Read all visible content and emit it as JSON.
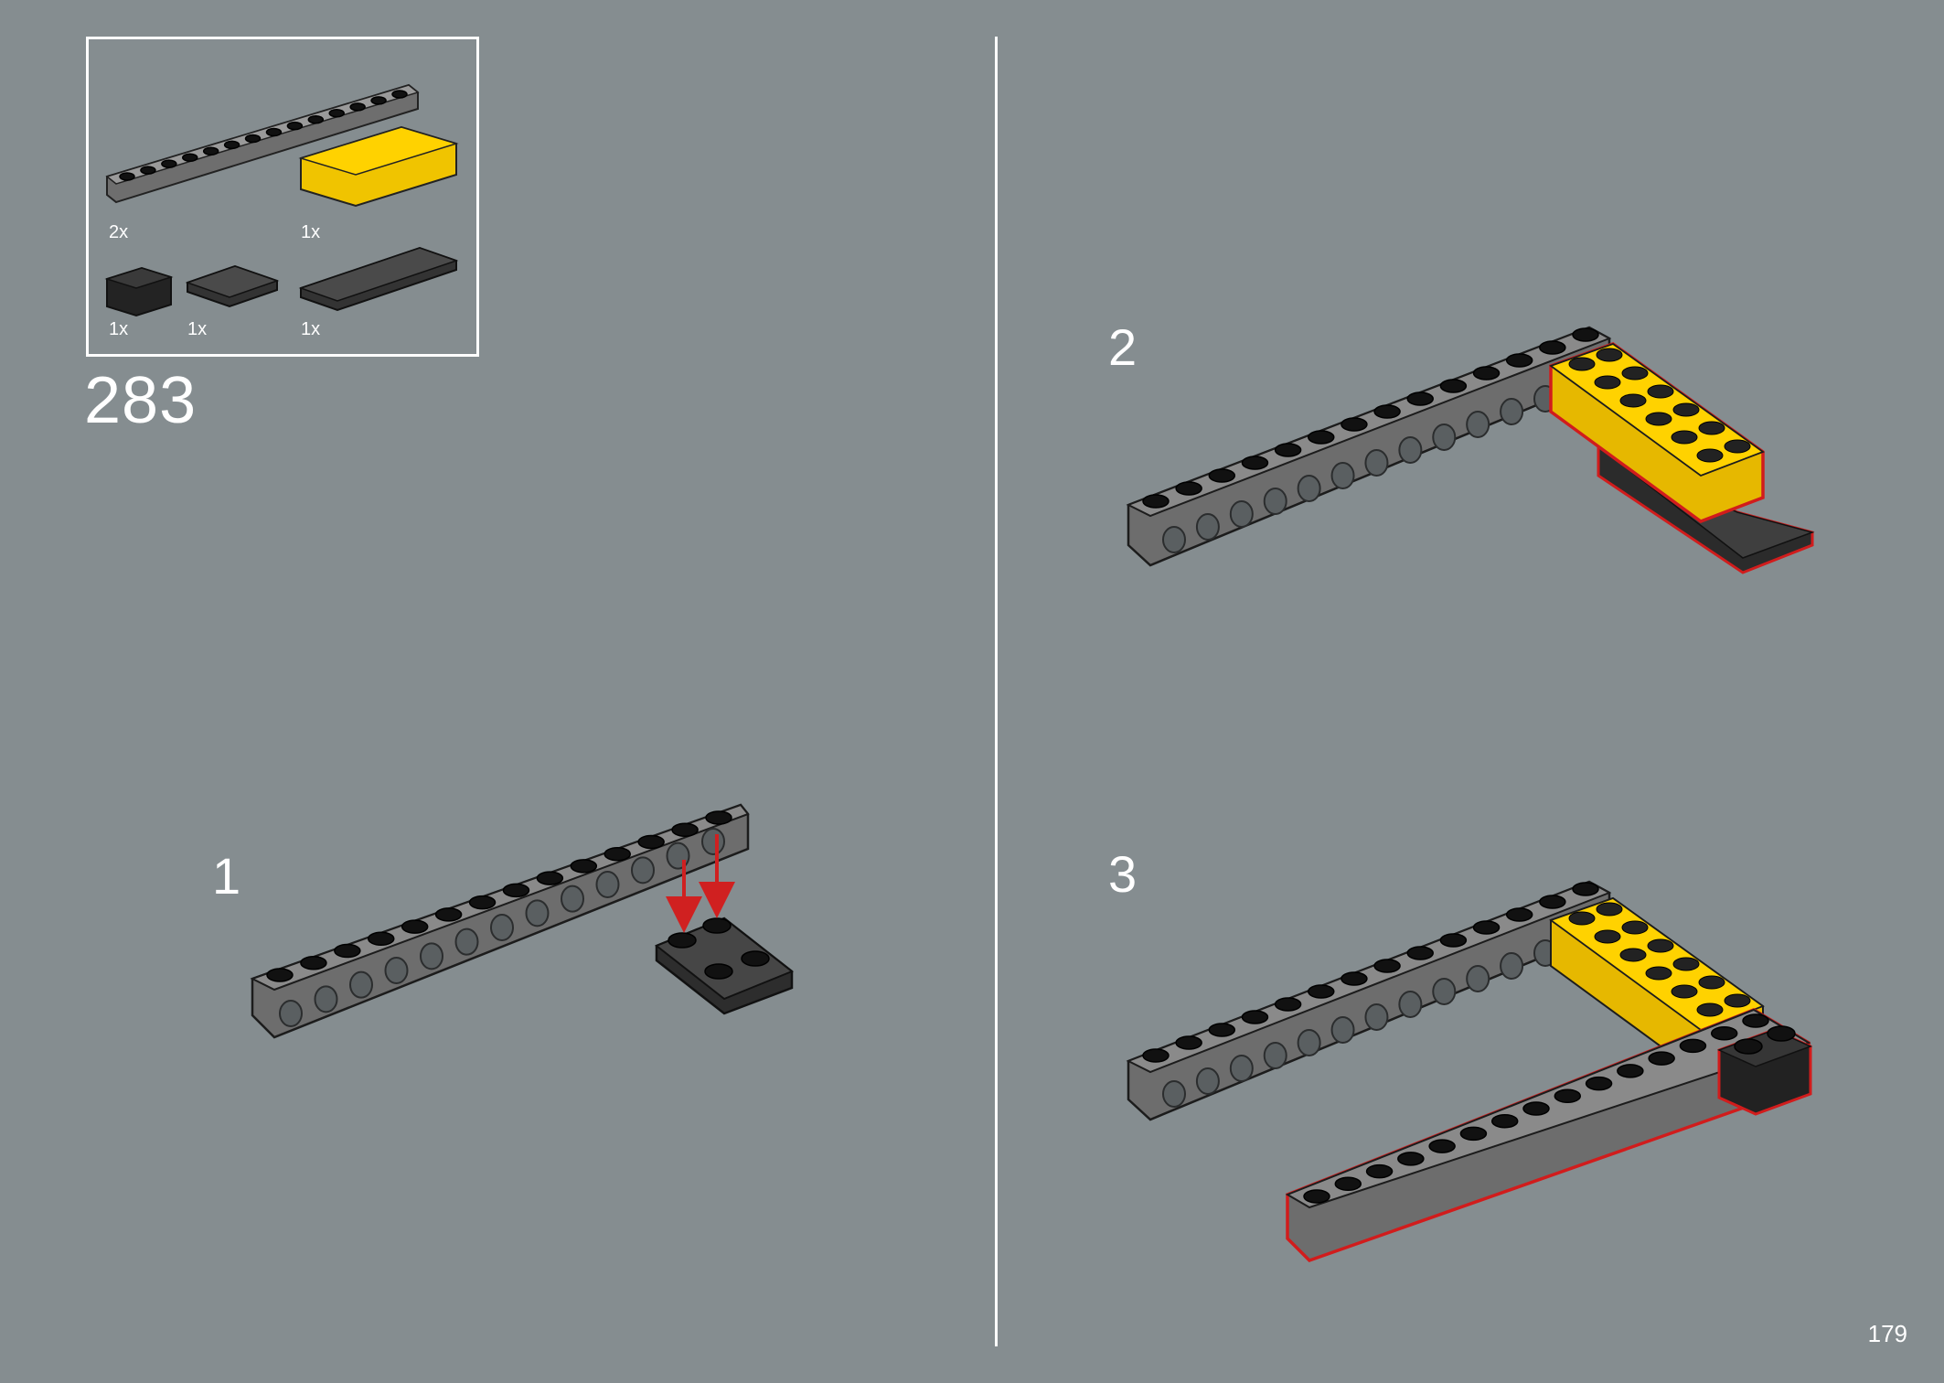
{
  "parts": [
    {
      "qty": "2x",
      "color": "#7a7a7a",
      "icon": "technic-beam-1x14-icon"
    },
    {
      "qty": "1x",
      "color": "#ffd200",
      "icon": "brick-2x6-yellow-icon"
    },
    {
      "qty": "1x",
      "color": "#2a2a2a",
      "icon": "brick-1x2-black-icon"
    },
    {
      "qty": "1x",
      "color": "#444444",
      "icon": "plate-2x2-black-icon"
    },
    {
      "qty": "1x",
      "color": "#555555",
      "icon": "plate-2x6-black-icon"
    }
  ],
  "main_step": "283",
  "sub_steps": [
    "1",
    "2",
    "3"
  ],
  "page_number": "179",
  "colors": {
    "background": "#858d90",
    "highlight": "#d11c1c",
    "arrow": "#d02020",
    "yellow": "#ffd200"
  }
}
